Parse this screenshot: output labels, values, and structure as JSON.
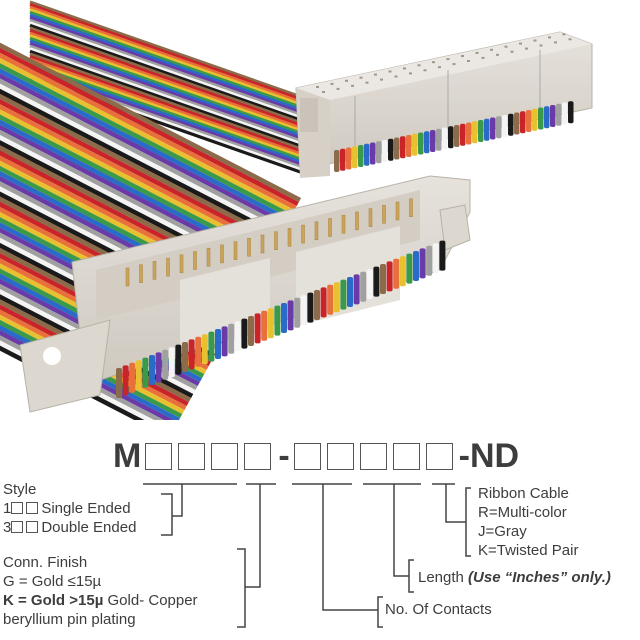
{
  "part_number": {
    "prefix": "M",
    "group1_boxes": 4,
    "separator": "-",
    "group2_boxes": 5,
    "suffix": "-ND"
  },
  "legend": {
    "style": {
      "title": "Style",
      "options": [
        {
          "code": "1",
          "label": "Single Ended"
        },
        {
          "code": "3",
          "label": "Double Ended"
        }
      ]
    },
    "conn_finish": {
      "title": "Conn. Finish",
      "line1": "G = Gold ≤15µ",
      "line2_bold": "K = Gold >15µ",
      "line2_rest": " Gold- Copper",
      "line3": "beryllium pin plating"
    },
    "no_of_contacts": {
      "label": "No. Of Contacts"
    },
    "length": {
      "label": "Length ",
      "note": "(Use “Inches” only.)"
    },
    "ribbon_cable": {
      "title": "Ribbon Cable",
      "options": [
        "R=Multi-color",
        "J=Gray",
        "K=Twisted Pair"
      ]
    }
  },
  "product_image": {
    "description": "Ribbon cable assembly with IDC socket and box header connectors",
    "wire_colors": [
      "#8b6b4a",
      "#c8242a",
      "#e8703a",
      "#e8c030",
      "#3a9a4a",
      "#2a6ac8",
      "#6a3aa8",
      "#a0a0a0",
      "#f4f4f4",
      "#1a1a1a"
    ],
    "connector_color": "#dcd7cf"
  }
}
